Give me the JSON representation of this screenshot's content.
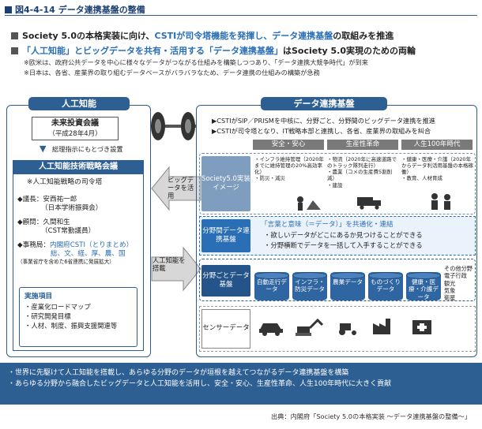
{
  "figure_label": "図4-4-14",
  "title": "データ連携基盤の整備",
  "bullets": [
    {
      "text_pre": "Society 5.0の本格実装に向け、",
      "highlight": "CSTIが司令塔機能を発揮し、データ連携基盤",
      "text_post": "の取組みを推進"
    },
    {
      "text_pre": "",
      "highlight": "「人工知能」とビッグデータを共有・活用する「データ連携基盤」",
      "text_post": "はSociety 5.0実現のための両輪"
    }
  ],
  "notes": [
    "※欧米は、政府公共データを中心に様々なデータがつながる仕組みを構築しつつあり、「データ連携大競争時代」が到来",
    "※日本は、各省、産業界の取り組むデータベースがバラバラなため、データ連携の仕組みの構築が急務"
  ],
  "left": {
    "banner": "人工知能",
    "council": "未来投資会議",
    "council_date": "（平成28年4月）",
    "council_note": "総理指示にもとづき設置",
    "strategy": "人工知能技術戦略会議",
    "strategy_role": "※人工知能戦略の司令塔",
    "members": [
      {
        "label": "◆議長：",
        "value": "安西祐一郎",
        "sub": "（日本学術振興会）"
      },
      {
        "label": "◆顧問：",
        "value": "久間和生",
        "sub": "（CST常勤議員）"
      }
    ],
    "office_label": "◆事務局：",
    "office_value": "内閣府CSTI（とりまとめ）",
    "office_value2": "総、文、経、厚、農、国",
    "office_note": "（事業省庁を含めた6省連携に発展拡大）",
    "items_title": "実施項目",
    "items": [
      "・産業化ロードマップ",
      "・研究開発目標",
      "・人材、制度、振興支援関連等"
    ]
  },
  "arrows": {
    "to_right": "ビッグデータを活用",
    "to_left": "人工知能を搭載"
  },
  "right": {
    "banner": "データ連携基盤",
    "headlines": [
      "▶CSTIがSIP／PRISMを中核に、分野ごと、分野間のビッグデータ連携を推進",
      "▶CSTIが司令塔となり、IT戦略本部と連携し、各省、産業界の取組みを糾合"
    ],
    "fields": [
      "安全・安心",
      "生産性革命",
      "人生100年時代"
    ],
    "image_label": "Society5.0実装イメージ",
    "image_texts": [
      "・インフラ維持管理（2020年までに維持管理の20%高効率化）\n・防災・減災",
      "・物流（2020年に高速道路でのトラック隊列走行）\n・農業（コメの生産費5割削減）\n・建設",
      "・健康・医療・介護（2020年からデータ利活用基盤の本格稼働）\n・教育、人材育成"
    ],
    "inter_label": "分野間データ連携基盤",
    "inter_title": "「言葉と意味（＝データ）」を共通化・連結",
    "inter_items": [
      "・欲しいデータがどこにあるか見つけることができる",
      "・分野横断でデータを一括して入手することができる"
    ],
    "per_field_label": "分野ごとデータ基盤",
    "cylinders": [
      "自動走行データ",
      "インフラ・防災データ",
      "農業データ",
      "ものづくりデータ",
      "健康・医療・介護データ"
    ],
    "other_fields": "その他分野\n電子行政\n観光\n気象\n衛星",
    "sensor_label": "センサーデータ"
  },
  "bottom": [
    "・世界に先駆けて人工知能を搭載し、あらゆる分野のデータが垣根を越えてつながるデータ連携基盤を構築",
    "・あらゆる分野から融合したビッグデータと人工知能を活用し、安全・安心、生産性革命、人生100年時代に大きく貢献"
  ],
  "source": "出典：内閣府「Society 5.0の本格実装 〜データ連携基盤の整備〜」",
  "colors": {
    "navy": "#2d5f93",
    "accent": "#2a6fb6",
    "gray": "#7a7a7a"
  }
}
